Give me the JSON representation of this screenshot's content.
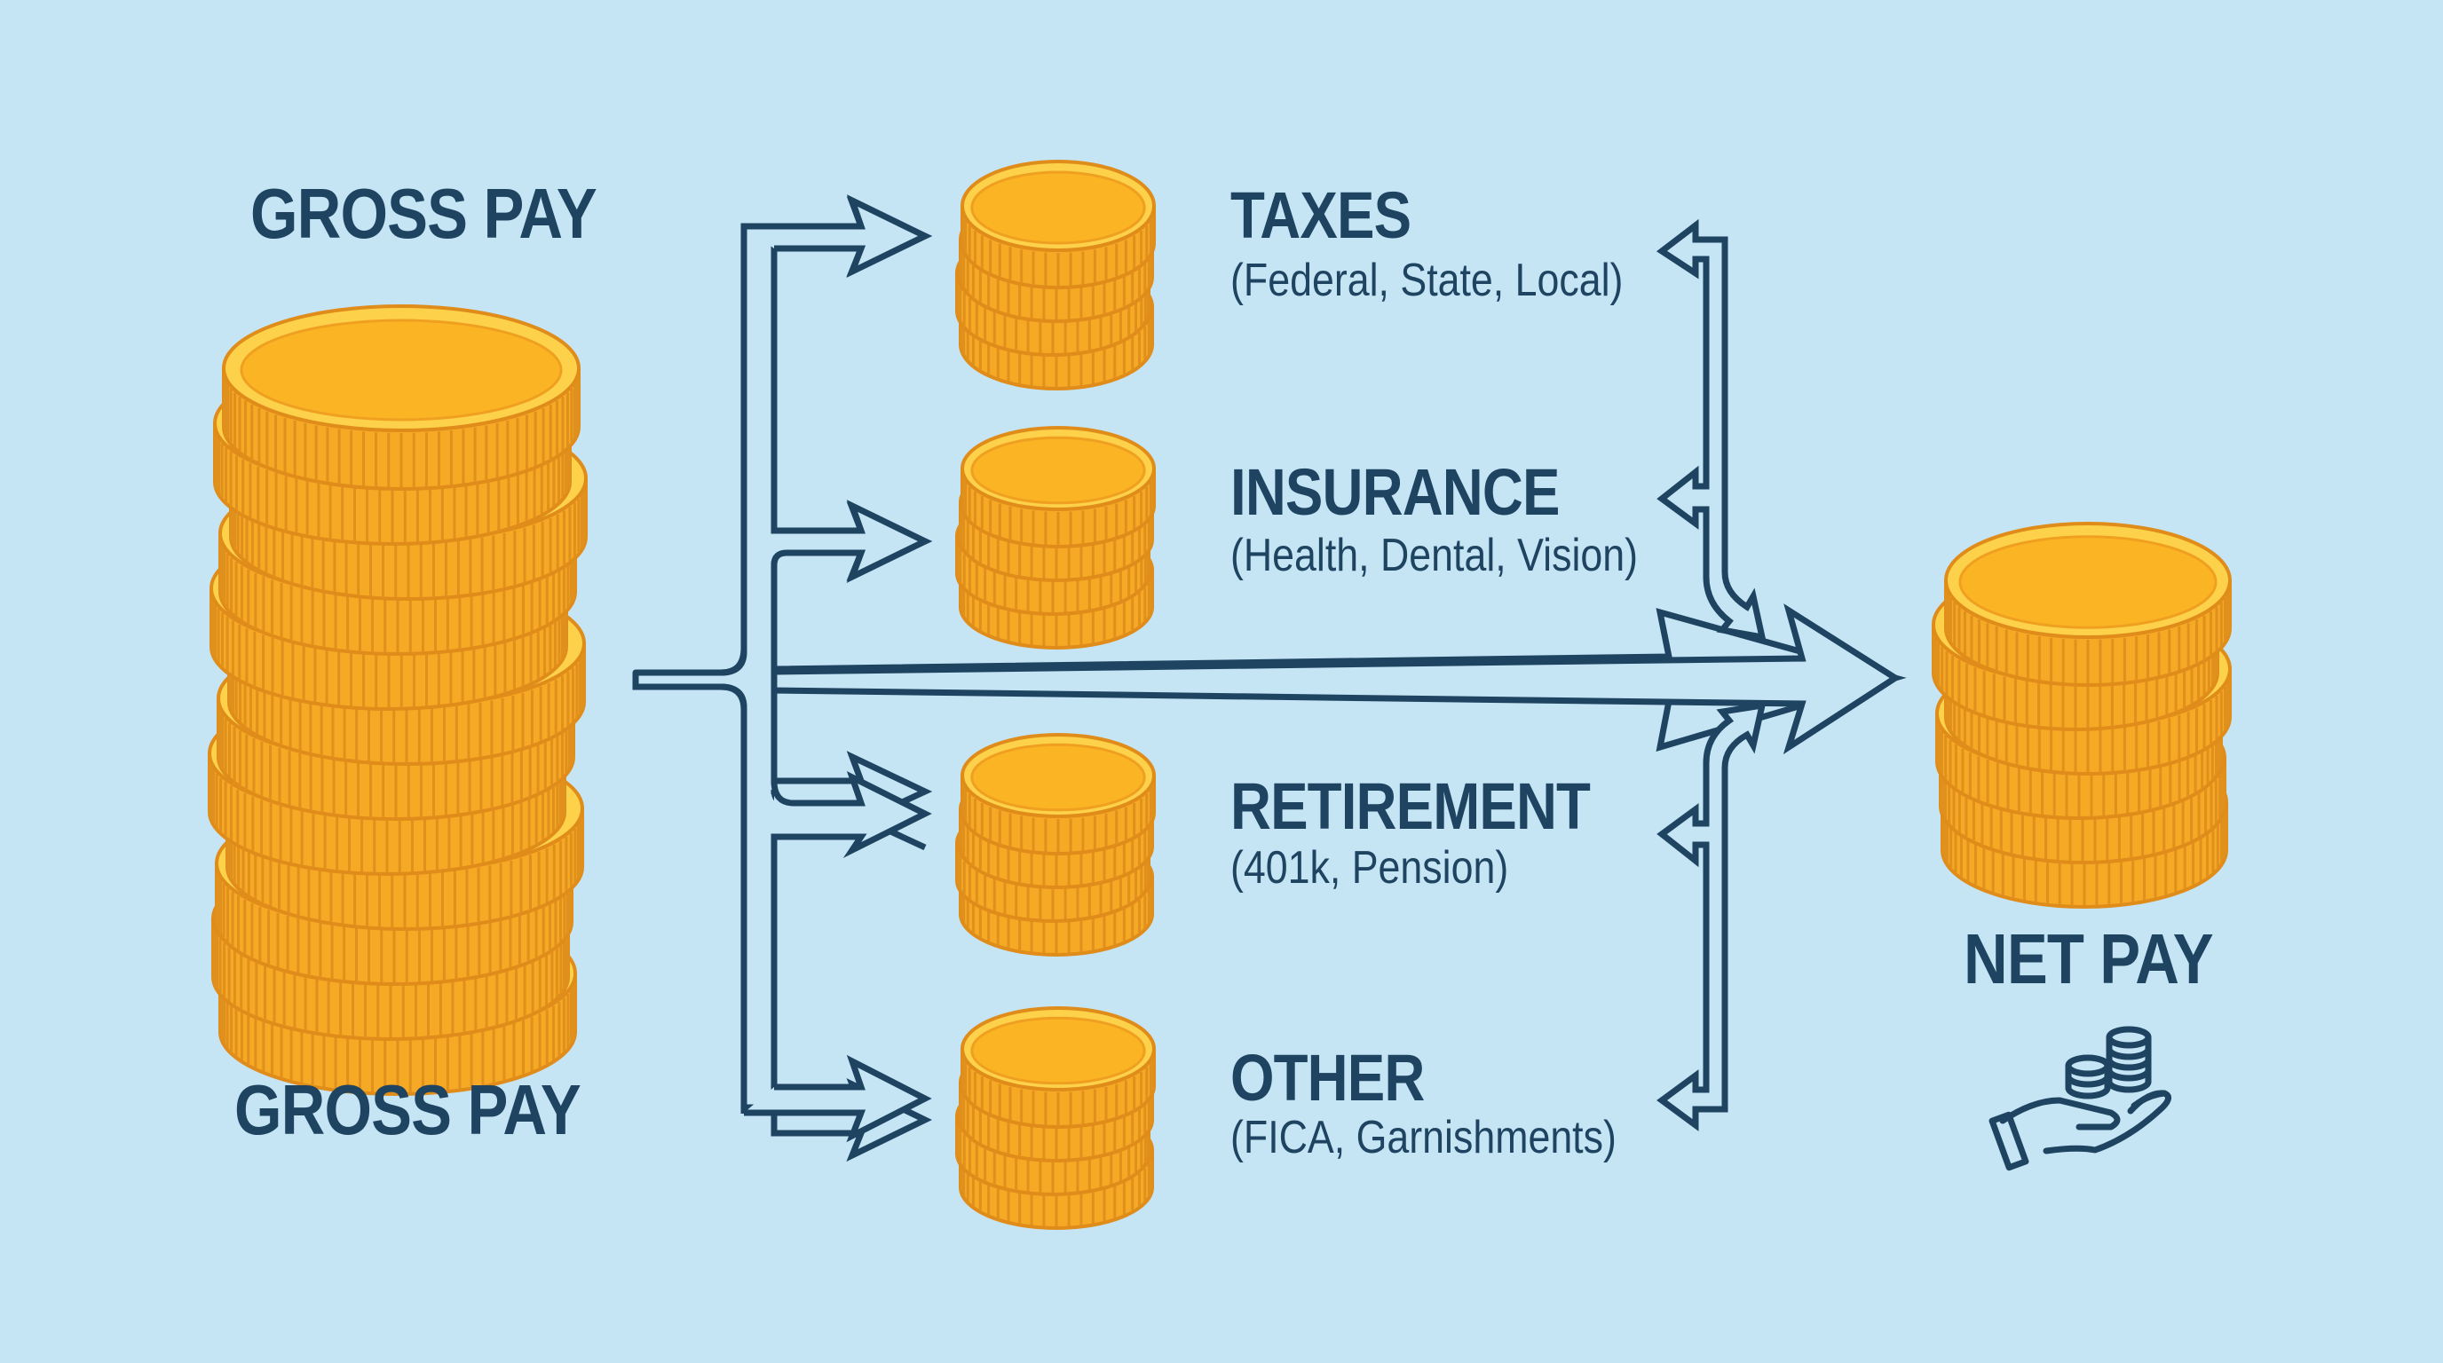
{
  "colors": {
    "background": "#c6e5f4",
    "text": "#1e4461",
    "arrow_stroke": "#1e4461",
    "coin_face": "#fbb423",
    "coin_rim": "#fdd14a",
    "coin_edge": "#f6a925",
    "coin_outline": "#e08c1a"
  },
  "source": {
    "label_top": "GROSS PAY",
    "label_bottom": "GROSS PAY",
    "coin_stack_count": 12
  },
  "deductions": [
    {
      "title": "TAXES",
      "subtitle": "(Federal, State, Local)",
      "coin_stack_count": 4
    },
    {
      "title": "INSURANCE",
      "subtitle": "(Health, Dental, Vision)",
      "coin_stack_count": 4
    },
    {
      "title": "RETIREMENT",
      "subtitle": "(401k, Pension)",
      "coin_stack_count": 4
    },
    {
      "title": "OTHER",
      "subtitle": "(FICA, Garnishments)",
      "coin_stack_count": 4
    }
  ],
  "result": {
    "label": "NET PAY",
    "coin_stack_count": 6,
    "icon": "hand-holding-coins-icon"
  },
  "flow": {
    "main_arrow": "gross-to-net",
    "branch_arrows": [
      "to-taxes",
      "to-insurance",
      "to-retirement",
      "to-other"
    ],
    "return_arrows": [
      "taxes-insurance-bracket",
      "retirement-other-bracket"
    ]
  }
}
